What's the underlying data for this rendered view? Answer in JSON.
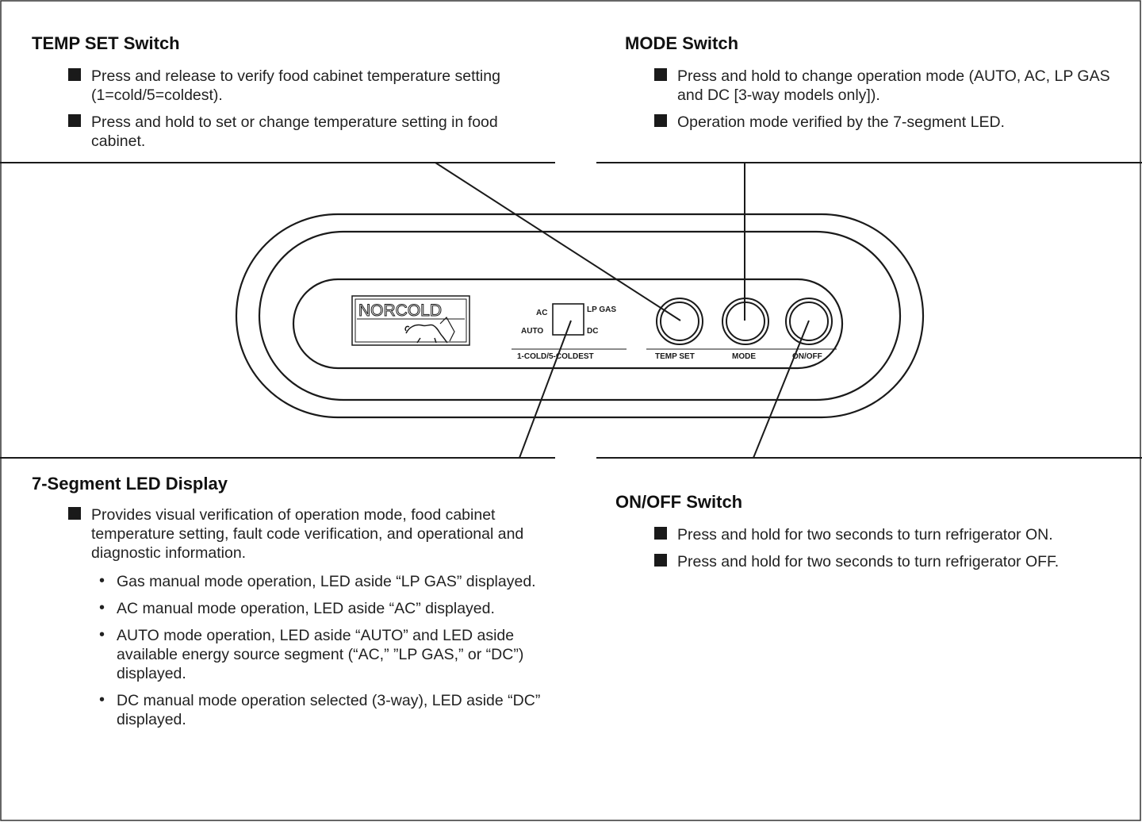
{
  "temp_set": {
    "heading": "TEMP SET Switch",
    "bullets": [
      "Press and release to verify food cabinet temperature setting (1=cold/5=coldest).",
      "Press and hold to set or change temperature setting in food cabinet."
    ]
  },
  "mode": {
    "heading": "MODE Switch",
    "bullets": [
      "Press and hold to change operation mode (AUTO, AC, LP GAS and DC [3-way models only]).",
      "Operation mode verified by the 7-segment LED."
    ]
  },
  "led": {
    "heading": "7-Segment LED Display",
    "bullet": "Provides visual verification of operation mode, food cabinet temperature setting, fault code verification, and operational and diagnostic information.",
    "sub_bullets": [
      "Gas manual mode operation, LED aside “LP GAS” displayed.",
      "AC manual mode operation, LED aside “AC” displayed.",
      "AUTO mode operation, LED aside “AUTO” and LED aside available energy source segment (“AC,” ”LP GAS,” or “DC”) displayed.",
      "DC manual mode operation selected (3-way), LED aside “DC” displayed."
    ]
  },
  "onoff": {
    "heading": "ON/OFF Switch",
    "bullets": [
      "Press and hold for two seconds to turn refrigerator ON.",
      "Press and hold for two seconds to turn refrigerator OFF."
    ]
  },
  "panel": {
    "brand": "NORCOLD",
    "label_ac": "AC",
    "label_lpgas": "LP GAS",
    "label_auto": "AUTO",
    "label_dc": "DC",
    "temp_scale": "1-COLD/5-COLDEST",
    "btn_tempset": "TEMP SET",
    "btn_mode": "MODE",
    "btn_onoff": "ON/OFF"
  }
}
